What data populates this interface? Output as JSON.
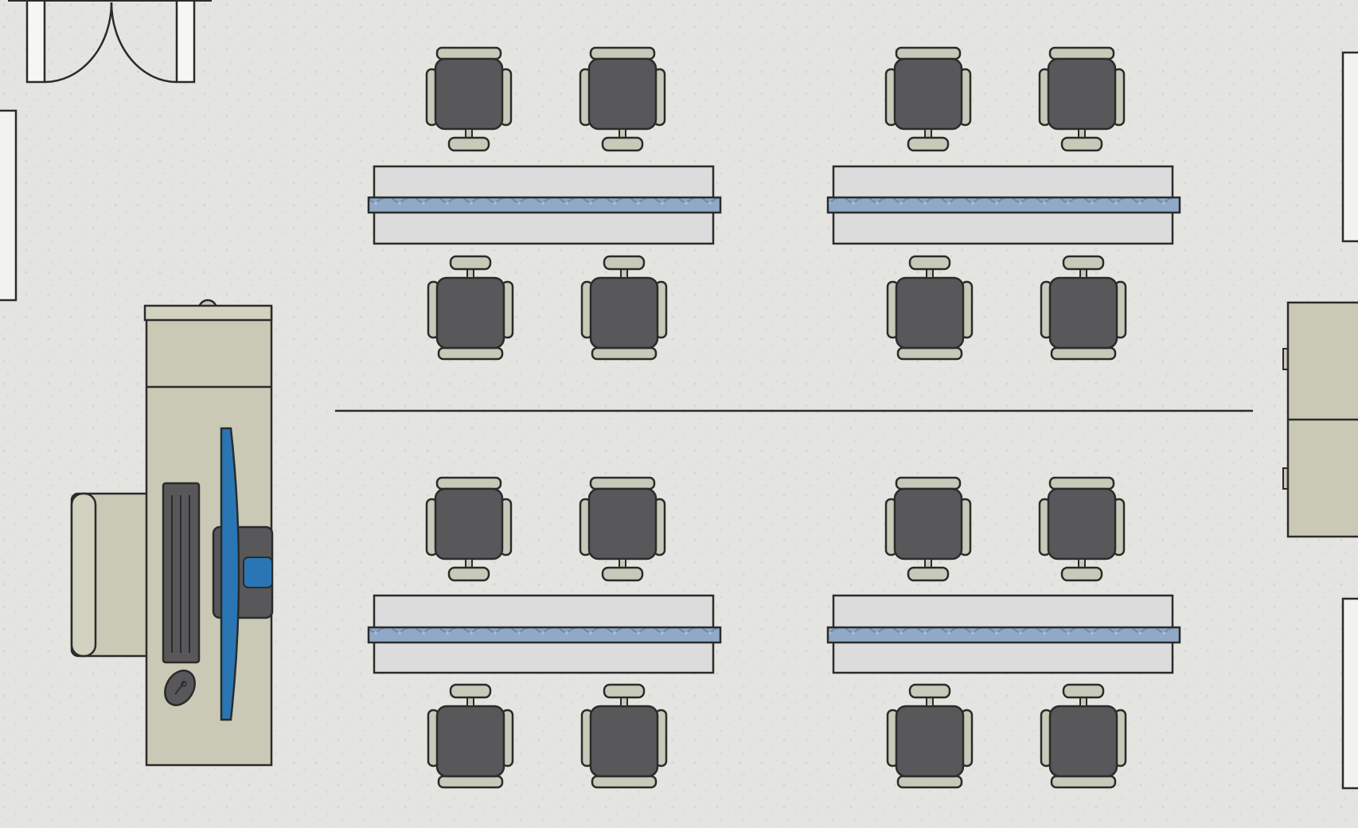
{
  "diagram": {
    "kind": "classroom floor plan",
    "background_color": "#e6e7e3",
    "colors": {
      "outline": "#2b2b2b",
      "chair_seat": "#58585a",
      "chair_frame": "#c8c9b8",
      "table_top": "#dcdcdc",
      "table_strip": "#8aa4c2",
      "teacher_desk": "#c9c9b6",
      "monitor_blue": "#2a76b5",
      "cabinet": "#c9c9b6",
      "wall_panel": "#f2f2ef"
    },
    "elements": [
      {
        "name": "double-door",
        "icon": "door-swing-icon"
      },
      {
        "name": "teacher-desk",
        "icon": "desk-icon"
      },
      {
        "name": "teacher-chair",
        "icon": "armchair-icon"
      },
      {
        "name": "keyboard",
        "icon": "keyboard-icon"
      },
      {
        "name": "mouse",
        "icon": "mouse-icon"
      },
      {
        "name": "monitor",
        "icon": "monitor-icon"
      },
      {
        "name": "student-table",
        "count": 4
      },
      {
        "name": "student-chair",
        "count": 16
      },
      {
        "name": "room-divider-line"
      },
      {
        "name": "storage-cabinet"
      },
      {
        "name": "wall-panel",
        "count": 3
      }
    ]
  }
}
